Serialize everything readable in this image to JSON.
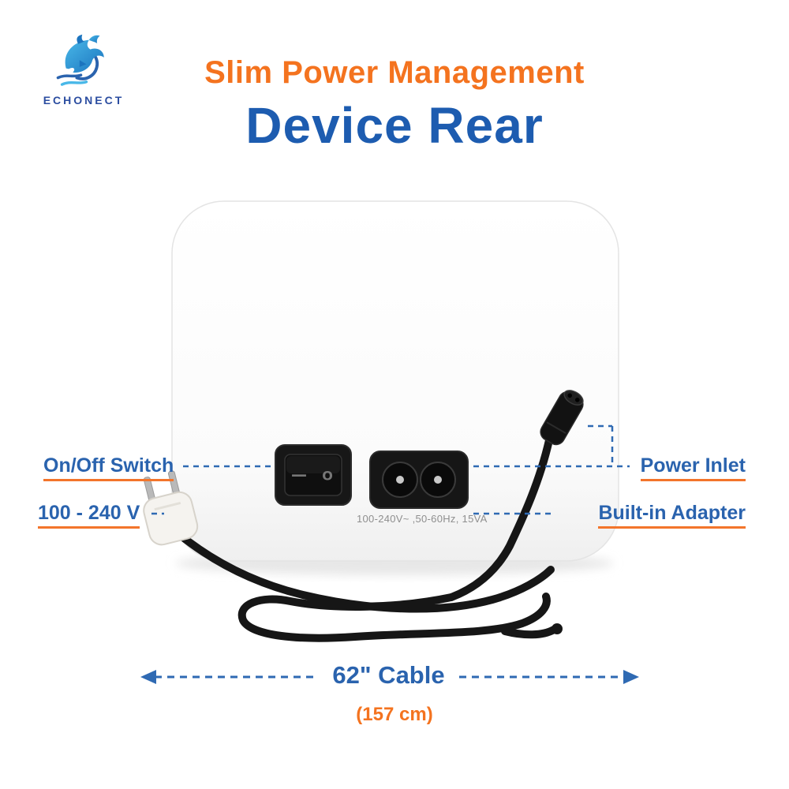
{
  "logo": {
    "brand": "ECHONECT"
  },
  "header": {
    "subtitle": "Slim Power Management",
    "title": "Device Rear"
  },
  "device": {
    "switch_on_marking": "—",
    "switch_off_marking": "O",
    "inlet_spec": "100-240V~ ,50-60Hz, 15VA"
  },
  "annotations": {
    "on_off_switch": "On/Off Switch",
    "voltage_range": "100 - 240 V",
    "power_inlet": "Power Inlet",
    "built_in_adapter": "Built-in Adapter"
  },
  "cable": {
    "length": "62\" Cable",
    "metric": "(157 cm)"
  },
  "icons": {
    "logo_icon": "dolphin-wave-icon",
    "arrow": "double-headed-dashed-arrow"
  },
  "colors": {
    "accent_orange": "#f4731f",
    "title_blue": "#1d5cb0",
    "annotation_blue": "#2a63ae",
    "callout_line_blue": "#2f6ab3",
    "device_black": "#161616"
  }
}
